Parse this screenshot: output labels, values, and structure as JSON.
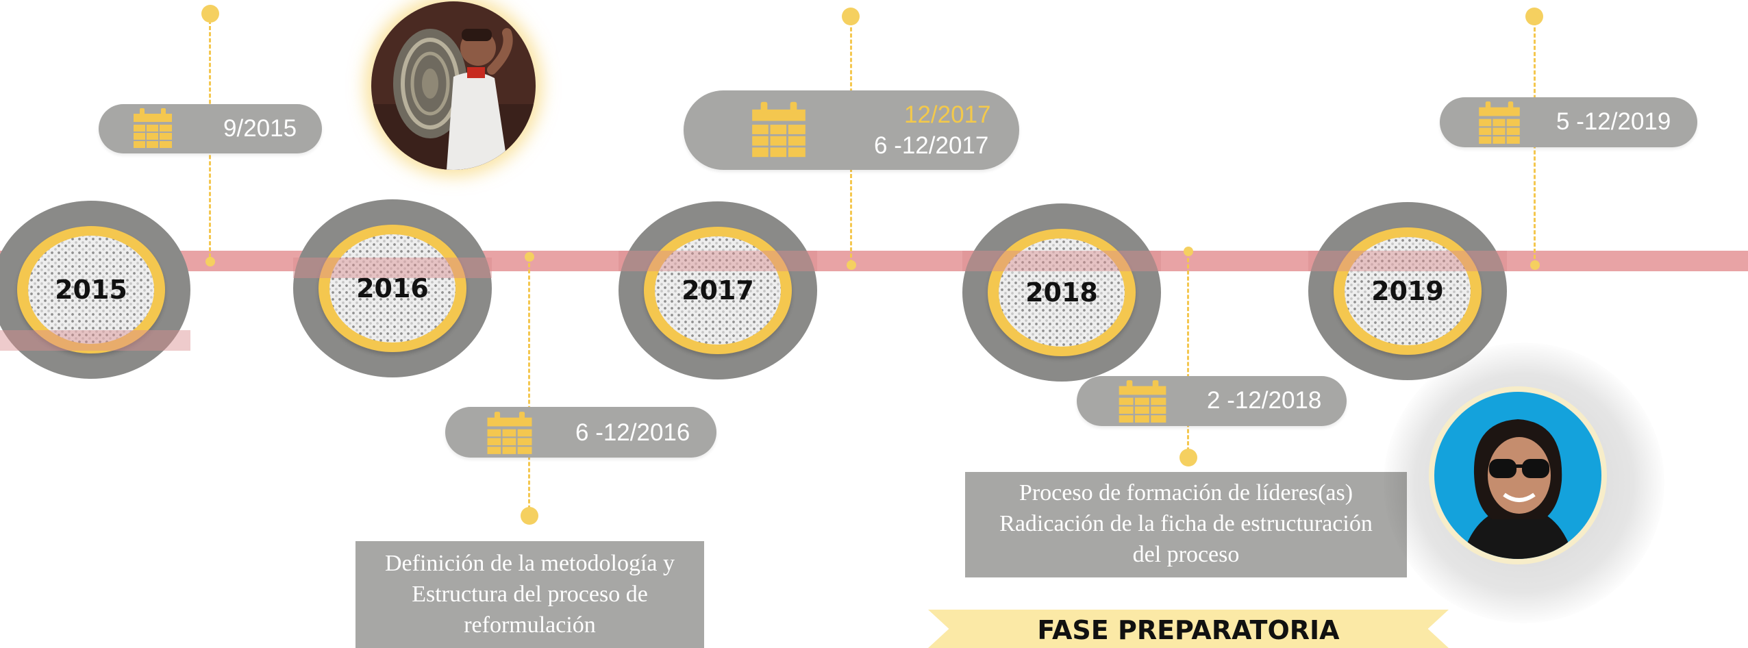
{
  "timeline": {
    "years": [
      "2015",
      "2016",
      "2017",
      "2018",
      "2019"
    ],
    "dates": {
      "d2015": "9/2015",
      "d2016": "6 -12/2016",
      "d2017_highlight": "12/2017",
      "d2017": "6 -12/2017",
      "d2018": "2 -12/2018",
      "d2019": "5 -12/2019"
    },
    "descriptions": {
      "d2016": [
        "Definición de la metodología y",
        "Estructura del proceso de",
        "reformulación"
      ],
      "d2018": [
        "Proceso de formación de líderes(as)",
        "Radicación de la ficha de estructuración",
        "del proceso"
      ]
    },
    "phase_banner": "FASE PREPARATORIA"
  },
  "colors": {
    "band": "#e8a3a5",
    "node_outer": "#8a8a88",
    "node_ring": "#f4c74f",
    "pill": "#a7a7a5",
    "accent_text": "#f3c94b"
  },
  "icons": [
    "calendar-icon"
  ]
}
